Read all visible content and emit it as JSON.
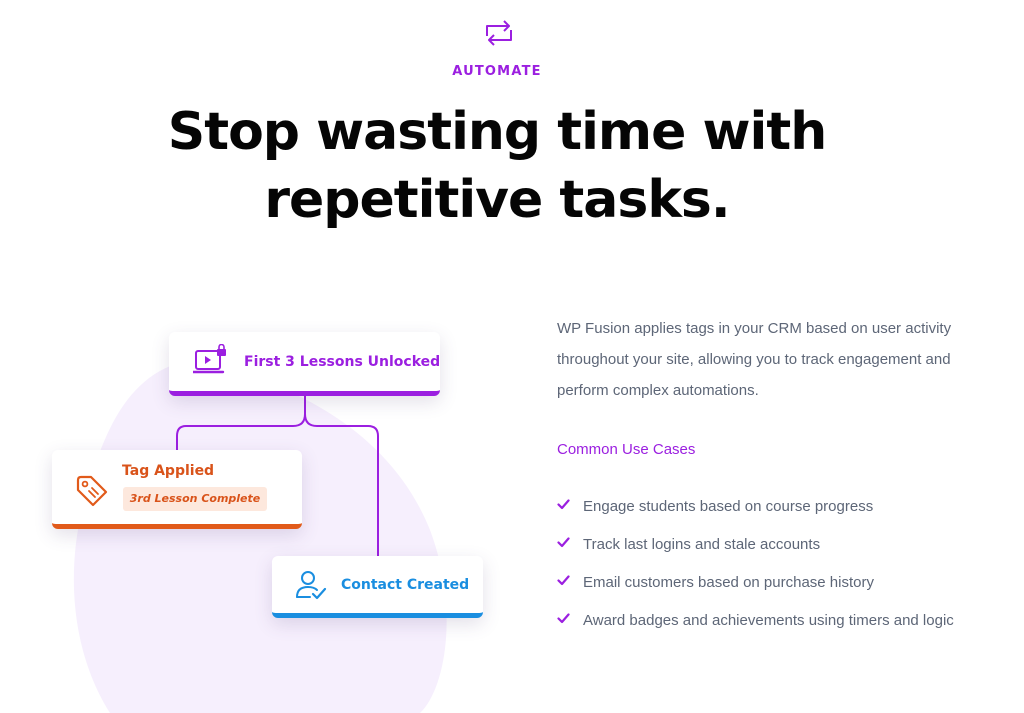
{
  "section": {
    "icon": "arrows-swap-icon",
    "eyebrow": "AUTOMATE",
    "headline_line1": "Stop wasting time with",
    "headline_line2": "repetitive tasks."
  },
  "diagram": {
    "cards": {
      "lessons": {
        "icon": "laptop-lock-icon",
        "title": "First 3 Lessons Unlocked"
      },
      "tag": {
        "icon": "tag-icon",
        "title": "Tag Applied",
        "chip": "3rd Lesson Complete"
      },
      "contact": {
        "icon": "user-check-icon",
        "title": "Contact Created"
      }
    }
  },
  "content": {
    "description": "WP Fusion applies tags in your CRM based on user activity throughout your site, allowing you to track engagement and perform complex automations.",
    "use_cases_heading": "Common Use Cases",
    "use_cases": [
      "Engage students based on course progress",
      "Track last logins and stale accounts",
      "Email customers based on purchase history",
      "Award badges and achievements using timers and logic"
    ]
  },
  "colors": {
    "purple": "#9b1fe0",
    "orange": "#e15a1a",
    "blue": "#1a8ee0",
    "body_text": "#5d6677",
    "blob": "#f6effd"
  }
}
